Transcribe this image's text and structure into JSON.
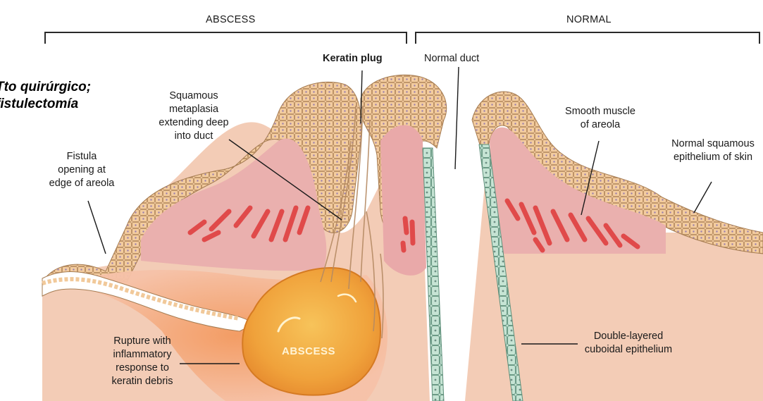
{
  "headers": {
    "abscess": "ABSCESS",
    "normal": "NORMAL"
  },
  "note": "Tto quirúrgico;\nfistulectomía",
  "labels": {
    "keratin_plug": "Keratin plug",
    "normal_duct": "Normal duct",
    "squamous_metaplasia": "Squamous\nmetaplasia\nextending deep\ninto duct",
    "fistula_opening": "Fistula\nopening at\nedge of areola",
    "smooth_muscle": "Smooth muscle\nof areola",
    "normal_squamous": "Normal squamous\nepithelium of skin",
    "rupture": "Rupture with\ninflammatory\nresponse to\nkeratin debris",
    "abscess": "ABSCESS",
    "double_layered": "Double-layered\ncuboidal epithelium"
  },
  "colors": {
    "skin": "#f4d2ba",
    "dermis_pink": "#e9a9a9",
    "epithelium": "#f1c99a",
    "muscle": "#e04848",
    "duct_cells": "#bfe0cf",
    "abscess_orange": "#f2a540",
    "inflammation": "#f08a5a"
  }
}
